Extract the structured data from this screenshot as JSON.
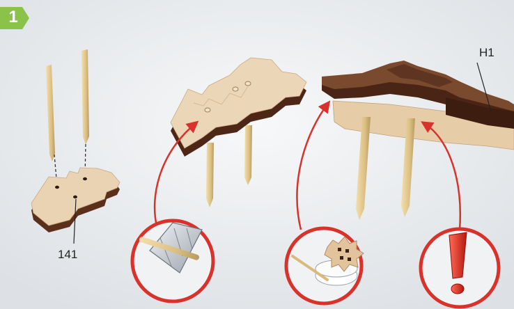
{
  "step": {
    "number": "1"
  },
  "labels": {
    "part_141": "141",
    "part_h1": "H1"
  },
  "colors": {
    "badge": "#8bc34a",
    "wood_top": "#e8d0b0",
    "wood_edge": "#5a2f1c",
    "peg": "#e2c98d",
    "callout_ring": "#d8322a",
    "arrow": "#d8322a"
  },
  "icons": [
    "knife-icon",
    "glue-icon",
    "exclamation-icon"
  ]
}
